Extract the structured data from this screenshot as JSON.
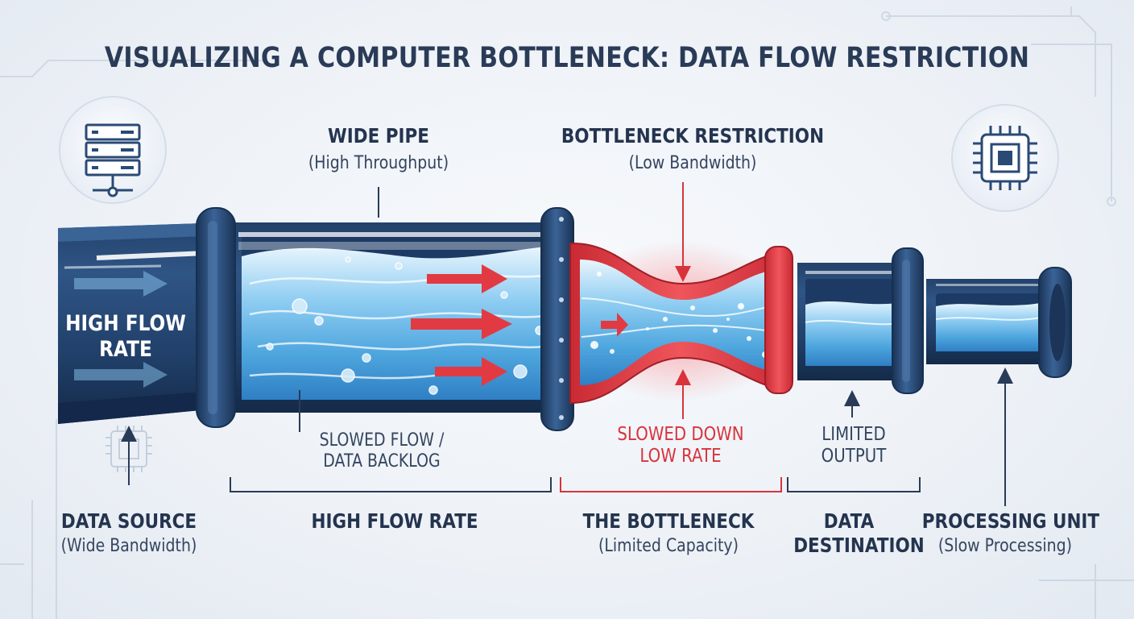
{
  "title": "VISUALIZING A COMPUTER BOTTLENECK: DATA FLOW   RESTRICTION",
  "inlet_label": "HIGH FLOW\nRATE",
  "wide_pipe": {
    "title": "WIDE PIPE",
    "subtitle": "(High Throughput)"
  },
  "restriction": {
    "title": "BOTTLENECK RESTRICTION",
    "subtitle": "(Low Bandwidth)"
  },
  "backlog": "SLOWED FLOW /\nDATA BACKLOG",
  "slowed": "SLOWED DOWN\nLOW RATE",
  "limited": "LIMITED\nOUTPUT",
  "bottom": {
    "source": {
      "title": "DATA SOURCE",
      "subtitle": "(Wide Bandwidth)"
    },
    "high_flow": {
      "title": "HIGH FLOW RATE"
    },
    "bottleneck": {
      "title": "THE BOTTLENECK",
      "subtitle": "(Limited Capacity)"
    },
    "destination": {
      "title": "DATA\nDESTINATION"
    },
    "processing": {
      "title": "PROCESSING UNIT",
      "subtitle": "(Slow Processing)"
    }
  },
  "icons": {
    "source": "server-icon",
    "processor": "cpu-chip-icon",
    "faded": "faded-chip-icon"
  },
  "colors": {
    "pipe": "#2a4a76",
    "pipe_dark": "#1b3458",
    "water": "#66b8e8",
    "restriction": "#e23a42",
    "text": "#24344f"
  }
}
